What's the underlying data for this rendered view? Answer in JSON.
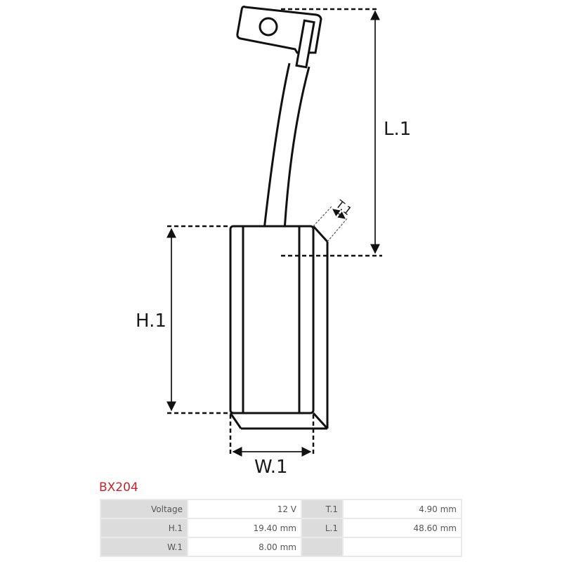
{
  "diagram": {
    "labels": {
      "length": "L.1",
      "height": "H.1",
      "width": "W.1",
      "thickness": "T.1"
    }
  },
  "part": {
    "code": "BX204",
    "accent_color": "#c3242b"
  },
  "specs": {
    "rows": [
      {
        "k1": "Voltage",
        "v1": "12 V",
        "k2": "T.1",
        "v2": "4.90 mm"
      },
      {
        "k1": "H.1",
        "v1": "19.40 mm",
        "k2": "L.1",
        "v2": "48.60 mm"
      },
      {
        "k1": "W.1",
        "v1": "8.00 mm",
        "k2": "",
        "v2": ""
      }
    ]
  }
}
